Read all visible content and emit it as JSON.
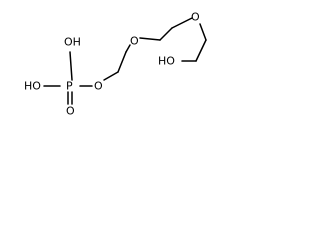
{
  "molecule": {
    "atoms": {
      "ho_top": "OH",
      "ho_left": "HO",
      "phosphorus": "P",
      "oxo": "O",
      "ester_o": "O",
      "ether_o1": "O",
      "ether_o2": "O",
      "terminal_ho": "HO"
    }
  }
}
